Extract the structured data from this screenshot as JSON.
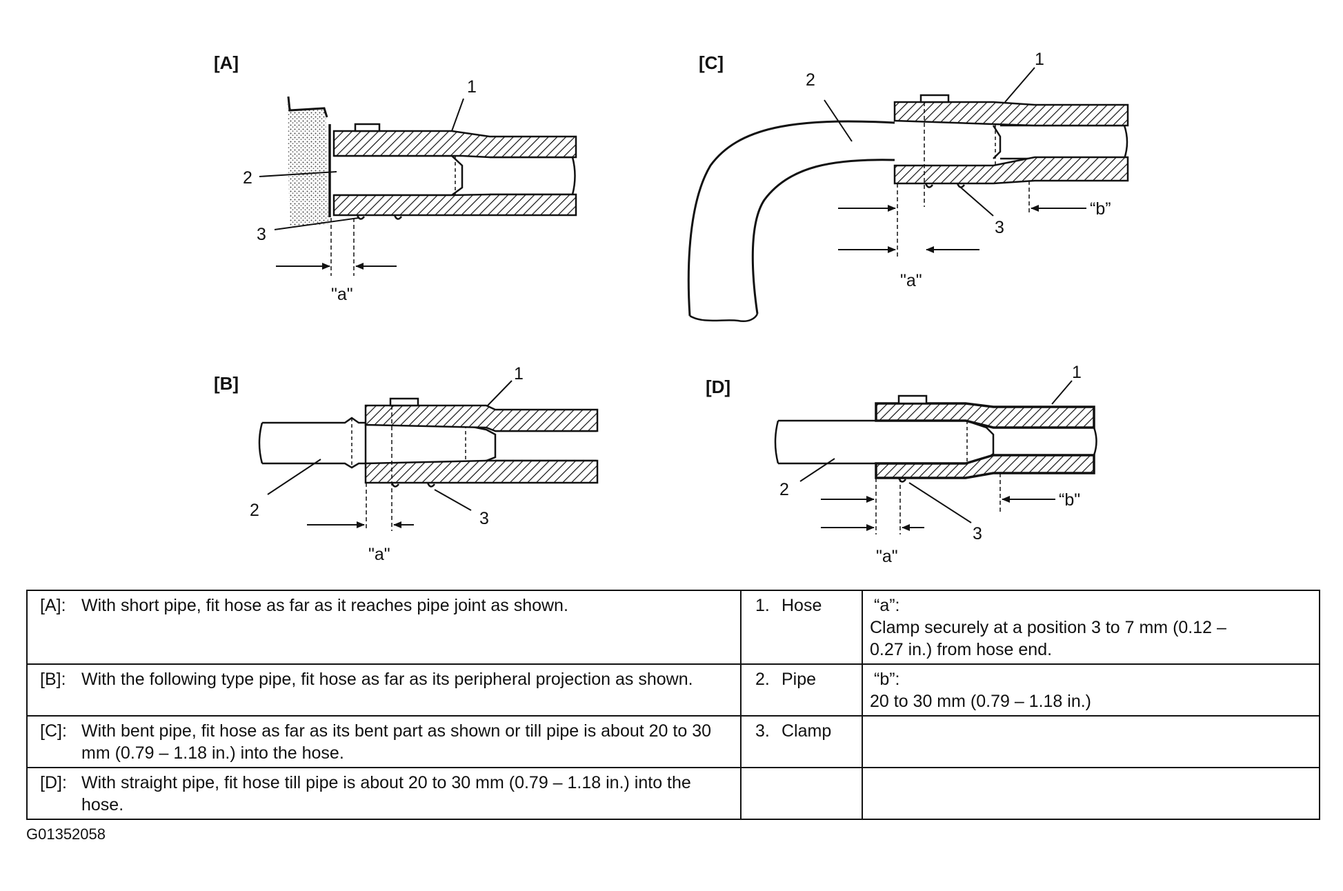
{
  "panels": {
    "A": {
      "title": "[A]",
      "c1": "1",
      "c2": "2",
      "c3": "3",
      "dim_a": "\"a\""
    },
    "B": {
      "title": "[B]",
      "c1": "1",
      "c2": "2",
      "c3": "3",
      "dim_a": "\"a\""
    },
    "C": {
      "title": "[C]",
      "c1": "1",
      "c2": "2",
      "c3": "3",
      "dim_a": "\"a\"",
      "dim_b": "“b”"
    },
    "D": {
      "title": "[D]",
      "c1": "1",
      "c2": "2",
      "c3": "3",
      "dim_a": "\"a\"",
      "dim_b": "“b\""
    }
  },
  "legend": {
    "instructions": [
      {
        "label": "[A]:",
        "text": "With short pipe, fit hose as far as it reaches pipe joint as shown."
      },
      {
        "label": "[B]:",
        "text": "With the following type pipe, fit hose as far as its peripheral projection as shown."
      },
      {
        "label": "[C]:",
        "text": "With bent pipe, fit hose as far as its bent part as shown or till pipe is about 20 to 30 mm (0.79 – 1.18 in.) into the hose."
      },
      {
        "label": "[D]:",
        "text": "With straight pipe, fit hose till pipe is about 20 to 30 mm (0.79 – 1.18 in.) into the hose."
      }
    ],
    "parts": [
      {
        "num": "1.",
        "name": "Hose"
      },
      {
        "num": "2.",
        "name": "Pipe"
      },
      {
        "num": "3.",
        "name": "Clamp"
      }
    ],
    "dims": [
      {
        "label": "“a”:",
        "text": "Clamp securely at a position 3 to 7 mm (0.12 – 0.27 in.) from hose end."
      },
      {
        "label": "“b”:",
        "text": "20 to 30 mm (0.79 – 1.18 in.)"
      }
    ]
  },
  "figure_code": "G01352058"
}
